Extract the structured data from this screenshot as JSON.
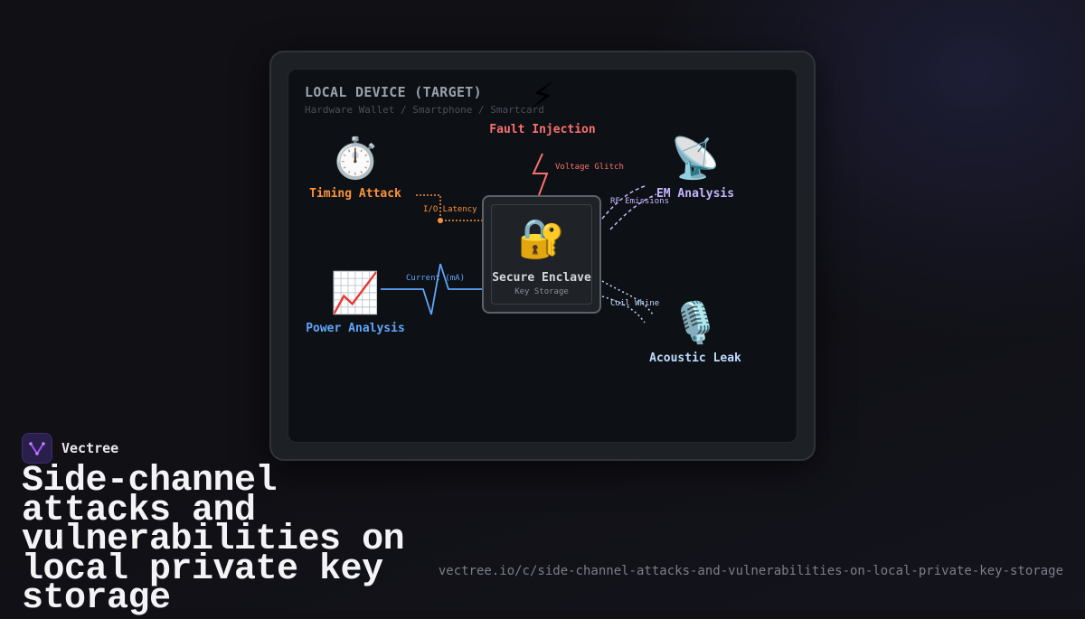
{
  "device": {
    "title": "LOCAL DEVICE (TARGET)",
    "subtitle": "Hardware Wallet / Smartphone / Smartcard"
  },
  "enclave": {
    "icon": "🔐",
    "icon_name": "locked-with-key-icon",
    "title": "Secure Enclave",
    "subtitle": "Key Storage"
  },
  "attacks": {
    "fault": {
      "icon": "⚡",
      "icon_name": "lightning-icon",
      "label": "Fault Injection",
      "channel": "Voltage Glitch",
      "color": "#f87171"
    },
    "timing": {
      "icon": "⏱️",
      "icon_name": "stopwatch-icon",
      "label": "Timing Attack",
      "channel": "I/O Latency",
      "color": "#fb923c"
    },
    "em": {
      "icon": "📡",
      "icon_name": "satellite-antenna-icon",
      "label": "EM Analysis",
      "channel": "RF Emissions",
      "color": "#c4b5fd"
    },
    "power": {
      "icon": "📈",
      "icon_name": "chart-increasing-icon",
      "label": "Power Analysis",
      "channel": "Current (mA)",
      "color": "#60a5fa"
    },
    "acoustic": {
      "icon": "🎙️",
      "icon_name": "studio-microphone-icon",
      "label": "Acoustic Leak",
      "channel": "Coil Whine",
      "color": "#bfdbfe"
    }
  },
  "brand": {
    "name": "Vectree"
  },
  "headline": "Side-channel attacks and vulnerabilities on local private key storage",
  "url": "vectree.io/c/side-channel-attacks-and-vulnerabilities-on-local-private-key-storage",
  "colors": {
    "background": "#101015",
    "device": "#1d2025",
    "screen": "#0d1014",
    "brand_accent": "#a855f7"
  }
}
